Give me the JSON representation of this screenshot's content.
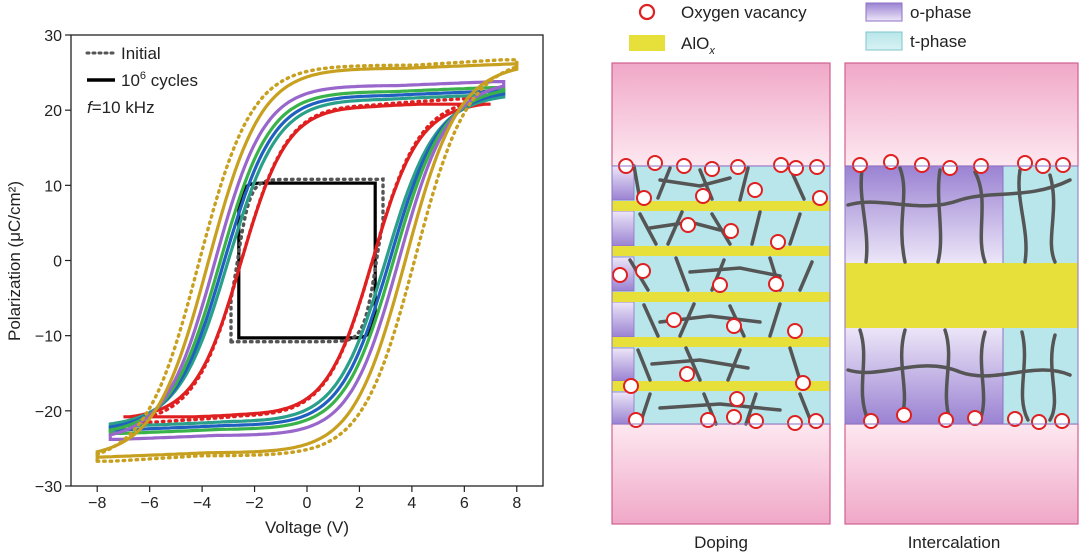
{
  "chart_data": {
    "type": "line",
    "xlabel": "Voltage (V)",
    "ylabel": "Polarization (μC/cm²)",
    "xlim": [
      -9,
      9
    ],
    "ylim": [
      -30,
      30
    ],
    "xticks": [
      "−8",
      "−6",
      "−4",
      "−2",
      "0",
      "2",
      "4",
      "6",
      "8"
    ],
    "yticks": [
      "−30",
      "−20",
      "−10",
      "0",
      "10",
      "20",
      "30"
    ],
    "legend": {
      "placement": "top-left",
      "initial_label": "Initial",
      "cycles_label_base": "10",
      "cycles_label_sup": "6",
      "cycles_label_rest": " cycles",
      "freq_symbol": "f",
      "freq_rest": "=10 kHz"
    },
    "series": [
      {
        "amax": 2.6,
        "pmax": 10.3,
        "pr": 10.3,
        "vc": 2.85,
        "k": 9,
        "w": 0.15,
        "color": "#000000",
        "dotted": false
      },
      {
        "amax": 2.9,
        "pmax": 11.8,
        "pr": 10.8,
        "vc": 2.65,
        "k": 6,
        "w": 0.4,
        "color": "#555555",
        "dotted": true
      },
      {
        "amax": 7.0,
        "pmax": 20.8,
        "pr": 20.6,
        "vc": 2.5,
        "k": 4,
        "w": 0.4,
        "color": "#e02020",
        "dotted": false
      },
      {
        "amax": 7.0,
        "pmax": 21.5,
        "pr": 20.8,
        "vc": 2.5,
        "k": 4,
        "w": 0.7,
        "color": "#e02020",
        "dotted": true
      },
      {
        "amax": 7.5,
        "pmax": 22.0,
        "pr": 21.5,
        "vc": 3.0,
        "k": 4,
        "w": 0.45,
        "color": "#2aa08a",
        "dotted": false
      },
      {
        "amax": 7.5,
        "pmax": 22.6,
        "pr": 22.0,
        "vc": 3.15,
        "k": 4,
        "w": 0.45,
        "color": "#2060c0",
        "dotted": false
      },
      {
        "amax": 7.5,
        "pmax": 23.0,
        "pr": 22.5,
        "vc": 3.3,
        "k": 4,
        "w": 0.45,
        "color": "#3ab24a",
        "dotted": false
      },
      {
        "amax": 7.5,
        "pmax": 23.8,
        "pr": 23.3,
        "vc": 3.5,
        "k": 4,
        "w": 0.45,
        "color": "#9966cc",
        "dotted": false
      },
      {
        "amax": 8.0,
        "pmax": 26.2,
        "pr": 25.6,
        "vc": 3.75,
        "k": 4,
        "w": 0.45,
        "color": "#c8a020",
        "dotted": false
      },
      {
        "amax": 8.0,
        "pmax": 26.7,
        "pr": 26.0,
        "vc": 4.1,
        "k": 4,
        "w": 0.7,
        "color": "#c8a020",
        "dotted": true
      }
    ]
  },
  "schematic": {
    "legend": {
      "vacancy": "Oxygen vacancy",
      "alox_base": "AlO",
      "alox_sub": "x",
      "ophase": "o-phase",
      "tphase": "t-phase"
    },
    "colors": {
      "electrode_top": "#f0a8c8",
      "electrode_light": "#fde8f0",
      "electrode_border": "#d06090",
      "alox": "#e8e03a",
      "ophase": "#a890d8",
      "tphase": "#b8e6ea",
      "grain_boundary": "#555555",
      "vacancy_ring": "#e02020"
    },
    "panels": [
      {
        "label": "Doping"
      },
      {
        "label": "Intercalation"
      }
    ]
  }
}
